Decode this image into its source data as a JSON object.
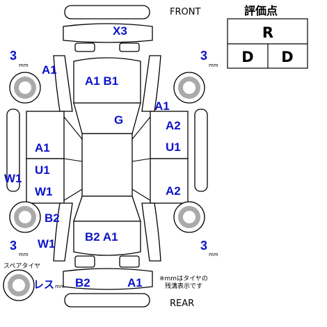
{
  "header": {
    "front_label": "FRONT",
    "rear_label": "REAR"
  },
  "rating_box": {
    "title": "評価点",
    "overall": "R",
    "interior": "D",
    "exterior": "D"
  },
  "panels": {
    "front_bumper": "X3",
    "hood": "A1 B1",
    "roof": "G",
    "left_front_fender": "A1",
    "left_front_door": "A1",
    "left_rear_door": "U1",
    "left_rocker": "W1",
    "left_rear_door_lower": "W1",
    "left_rear_fender": "B2",
    "left_rear_lower": "W1",
    "right_front_fender": "A1",
    "right_front_door": "A2",
    "right_front_door_lower": "U1",
    "right_rear_door": "A2",
    "trunk": "B2 A1",
    "rear_bumper_left": "B2",
    "rear_bumper_right": "A1"
  },
  "tires": {
    "front_left": "3",
    "front_right": "3",
    "rear_left": "3",
    "rear_right": "3",
    "unit": "mm",
    "spare_label": "スペアタイヤ",
    "spare_value": "レス",
    "spare_unit": "mm"
  },
  "footnote": {
    "line1": "※mmはタイヤの",
    "line2": "残溝表示です"
  },
  "colors": {
    "annotation": "#0b12c8",
    "outline": "#000000",
    "tire_fill": "#aaaaaa"
  }
}
